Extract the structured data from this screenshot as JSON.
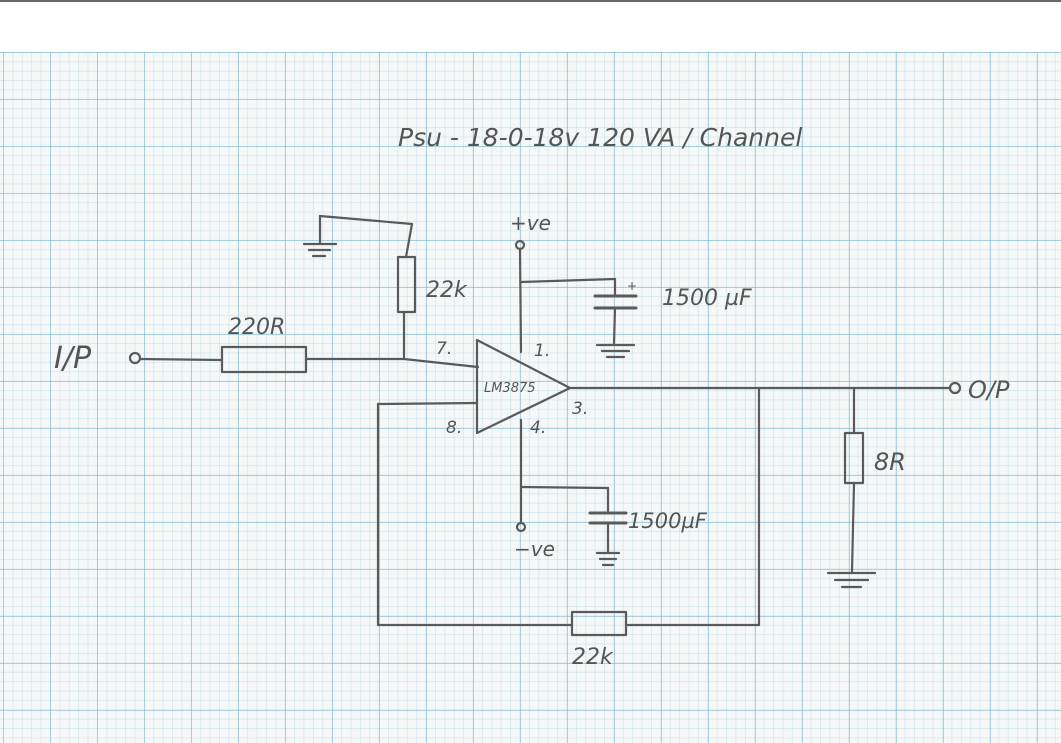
{
  "title": "Psu -   18-0-18v  120 VA / Channel",
  "labels": {
    "input": "I/P",
    "output": "O/P",
    "r_in": "220R",
    "r_gnd": "22k",
    "r_fb": "22k",
    "r_load": "8R",
    "c_pos": "1500 µF",
    "c_neg": "1500µF",
    "pos_rail": "+ve",
    "neg_rail": "−ve",
    "chip": "LM3875",
    "pin1": "1.",
    "pin3": "3.",
    "pin4": "4.",
    "pin7": "7.",
    "pin8": "8.",
    "cap_polarity": "+"
  },
  "colors": {
    "pencil": "#5a5a5a",
    "grid": "#9fcbdc",
    "paper": "#f6f8f8"
  }
}
